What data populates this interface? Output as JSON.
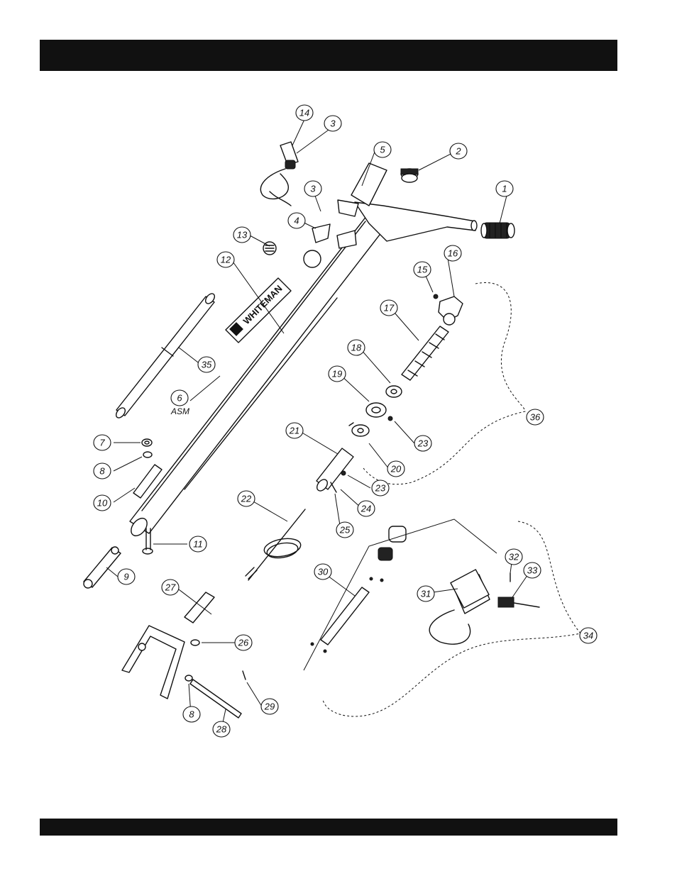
{
  "header_bar": {
    "text": ""
  },
  "footer_bar": {
    "text": ""
  },
  "decal_logo": "WHITEMAN",
  "asm_label": "ASM",
  "callouts": [
    "1",
    "2",
    "3",
    "3",
    "4",
    "5",
    "6",
    "7",
    "8",
    "8",
    "9",
    "10",
    "11",
    "12",
    "13",
    "14",
    "15",
    "16",
    "17",
    "18",
    "19",
    "20",
    "21",
    "22",
    "23",
    "23",
    "24",
    "25",
    "26",
    "27",
    "28",
    "29",
    "30",
    "31",
    "32",
    "33",
    "34",
    "35",
    "36"
  ]
}
